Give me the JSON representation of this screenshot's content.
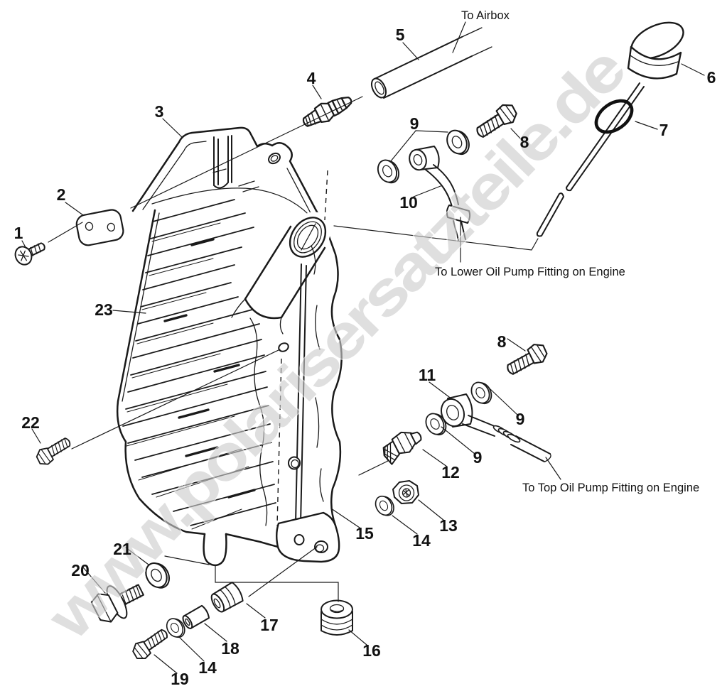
{
  "figure": {
    "watermark": "www.polarisersatzteile.de",
    "notes": {
      "airbox": "To Airbox",
      "lower_pump": "To Lower Oil Pump Fitting on Engine",
      "top_pump": "To Top Oil Pump Fitting on Engine"
    },
    "callouts": {
      "c1": "1",
      "c2": "2",
      "c3": "3",
      "c4": "4",
      "c5": "5",
      "c6": "6",
      "c7": "7",
      "c8_top": "8",
      "c8_lower": "8",
      "c9_top": "9",
      "c9_mid": "9",
      "c9_lower": "9",
      "c10": "10",
      "c11": "11",
      "c12": "12",
      "c13": "13",
      "c14_mid": "14",
      "c14_lower": "14",
      "c15": "15",
      "c16": "16",
      "c17": "17",
      "c18": "18",
      "c19": "19",
      "c20": "20",
      "c21": "21",
      "c22": "22",
      "c23": "23"
    },
    "colors": {
      "line": "#1a1a1a",
      "watermark": "#cccccc",
      "background": "#ffffff"
    }
  }
}
